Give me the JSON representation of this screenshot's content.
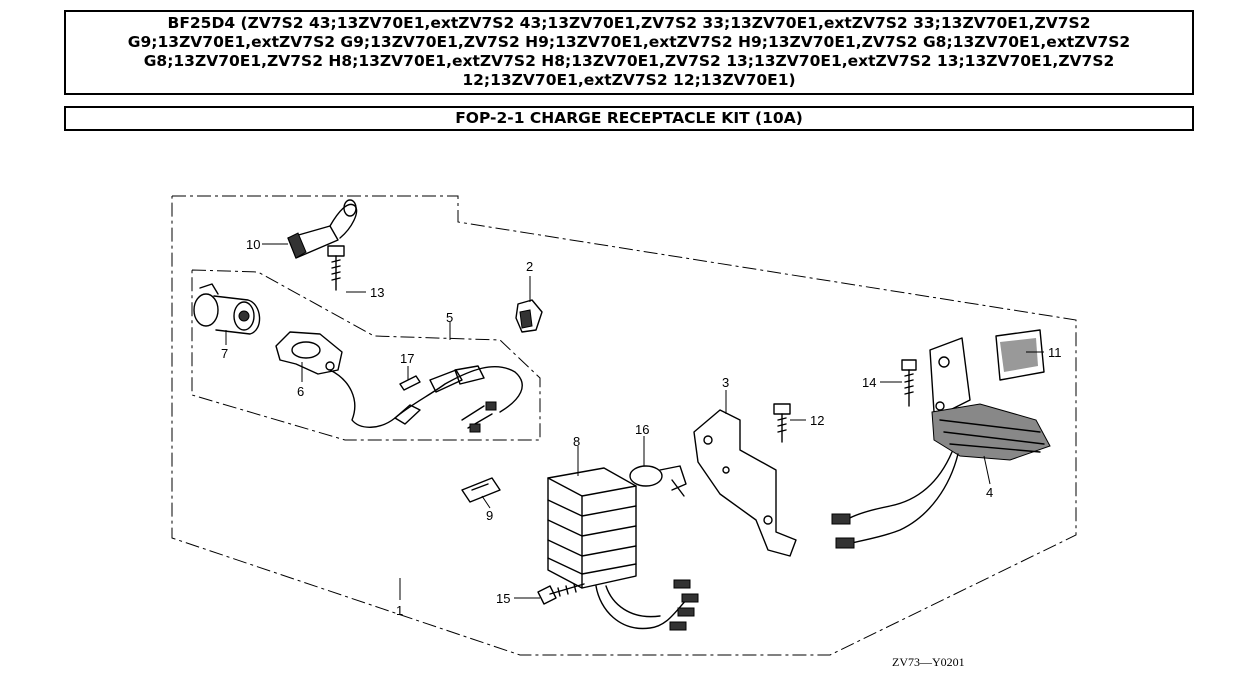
{
  "header": {
    "models": "BF25D4 (ZV7S2 43;13ZV70E1,extZV7S2 43;13ZV70E1,ZV7S2 33;13ZV70E1,extZV7S2 33;13ZV70E1,ZV7S2 G9;13ZV70E1,extZV7S2 G9;13ZV70E1,ZV7S2 H9;13ZV70E1,extZV7S2 H9;13ZV70E1,ZV7S2 G8;13ZV70E1,extZV7S2 G8;13ZV70E1,ZV7S2 H8;13ZV70E1,extZV7S2 H8;13ZV70E1,ZV7S2 13;13ZV70E1,extZV7S2 13;13ZV70E1,ZV7S2 12;13ZV70E1,extZV7S2 12;13ZV70E1)",
    "title": "FOP-2-1 CHARGE RECEPTACLE KIT (10A)"
  },
  "diagram": {
    "callouts": [
      "1",
      "2",
      "3",
      "4",
      "5",
      "6",
      "7",
      "8",
      "9",
      "10",
      "11",
      "12",
      "13",
      "14",
      "15",
      "16",
      "17"
    ],
    "drawing_code": "ZV73—Y0201",
    "line_color": "#000000",
    "background": "#ffffff"
  }
}
